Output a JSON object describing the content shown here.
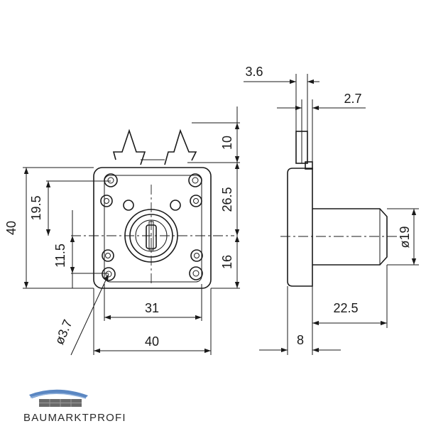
{
  "drawing": {
    "front_view": {
      "width_outer": "40",
      "width_holes": "31",
      "height_outer": "40",
      "height_upper": "19.5",
      "height_lower": "11.5",
      "height_top_block": "26.5",
      "height_bolt": "10",
      "height_bottom": "16",
      "hole_diameter": "ø3.7"
    },
    "side_view": {
      "top_offset": "3.6",
      "bolt_thickness": "2.7",
      "cylinder_diameter": "ø19",
      "cylinder_length": "22.5",
      "plate_thickness": "8"
    }
  },
  "brand": {
    "name": "BAUMARKTPROFI",
    "colors": {
      "roof": "#5b87c2",
      "roof_light": "#8fb0db",
      "wall": "#6a6a6a",
      "text": "#2a2a2a"
    }
  }
}
